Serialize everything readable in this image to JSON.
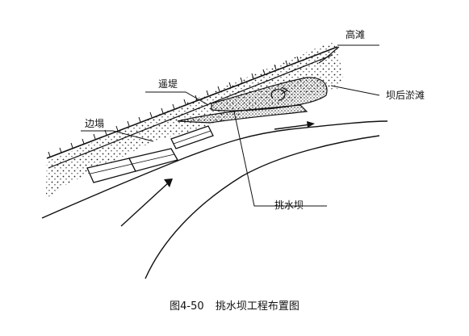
{
  "labels": {
    "high_beach": "高滩",
    "levee": "遥堤",
    "bank_collapse": "边塌",
    "silt_beach": "坝后淤滩",
    "spur_dike": "挑水坝"
  },
  "caption": {
    "number": "图4-50",
    "title": "挑水坝工程布置图"
  },
  "colors": {
    "ink": "#111111",
    "background": "#ffffff"
  },
  "icons": {
    "flow_arrow": "arrow-icon",
    "eddy_arrow": "curl-arrow-icon"
  }
}
